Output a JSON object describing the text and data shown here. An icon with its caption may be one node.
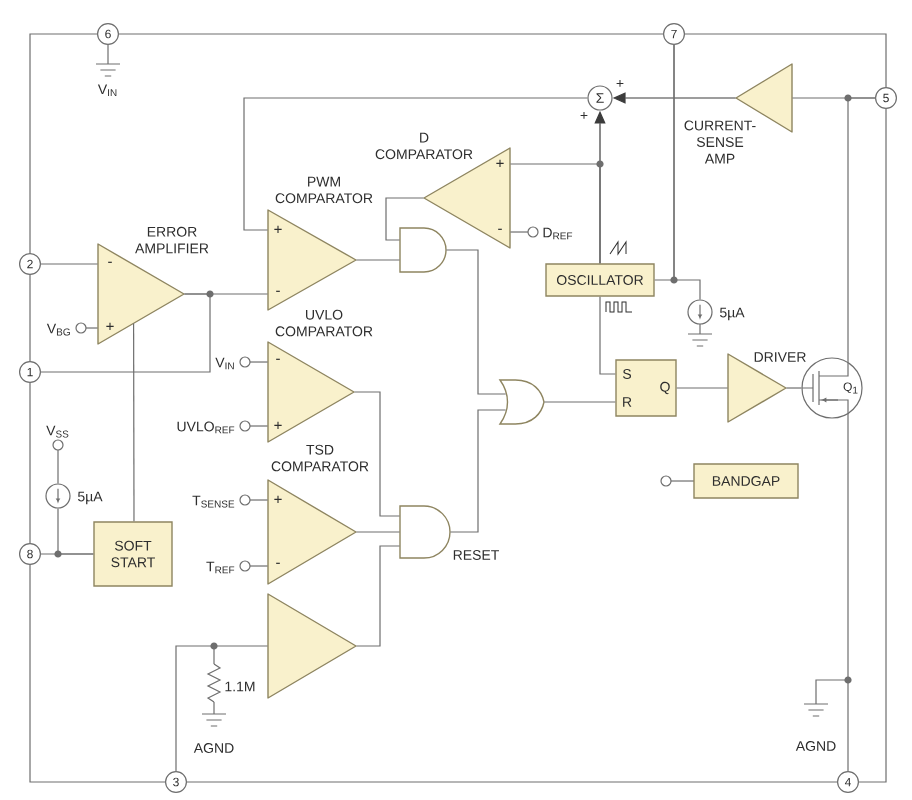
{
  "diagram": {
    "nodes": [
      {
        "text": [
          "6"
        ]
      },
      {
        "text": [
          "7"
        ]
      },
      {
        "text": [
          "Σ"
        ],
        "beside": [
          "+",
          "+"
        ]
      },
      {
        "text": [
          "CURRENT- SENSE AMP"
        ]
      },
      {
        "text": [
          "5"
        ]
      },
      {
        "text": [
          "D COMPARATOR",
          "+",
          "-"
        ]
      },
      {
        "text": [
          "PWM COMPARATOR",
          "+",
          "-"
        ]
      },
      {
        "text": [
          "ERROR AMPLIFIER",
          "-",
          "+"
        ]
      },
      {
        "text": [
          "2"
        ]
      },
      {
        "text": [],
        "shape": "gate"
      },
      {
        "text": [
          "D$_{REF}$"
        ]
      },
      {
        "text": [
          "OSCILLATOR"
        ]
      },
      {
        "text": [],
        "shape": "circle",
        "beside": [
          "5µA"
        ]
      },
      {
        "text": [
          "V$_{BG}$"
        ]
      },
      {
        "text": [
          "UVLO COMPARATOR",
          "-",
          "+"
        ]
      },
      {
        "text": [
          "1"
        ]
      },
      {
        "text": [
          "V$_{IN}$"
        ]
      },
      {
        "text": [],
        "shape": "gate"
      },
      {
        "text": [
          "S",
          "R",
          "Q"
        ]
      },
      {
        "text": [
          "DRIVER"
        ]
      },
      {
        "text": [
          "Q$_{1}$"
        ]
      },
      {
        "text": [
          "UVLO$_{REF}$"
        ]
      },
      {
        "text": [
          "V$_{SS}$"
        ]
      },
      {
        "text": [],
        "shape": "circle",
        "beside": [
          "5µA"
        ]
      },
      {
        "text": [
          "BANDGAP"
        ]
      },
      {
        "text": [
          "TSD COMPARATOR",
          "+",
          "-"
        ]
      },
      {
        "text": [
          "T$_{SENSE}$"
        ]
      },
      {
        "text": [
          "8"
        ]
      },
      {
        "text": [
          "SOFT START"
        ]
      },
      {
        "text": [
          "T$_{REF}$"
        ]
      },
      {
        "text": [],
        "shape": "gate",
        "beside": [
          "RESET"
        ]
      },
      {
        "text": [],
        "shape": "triangle"
      },
      {
        "text": [
          "3"
        ]
      },
      {
        "text": [
          "4"
        ]
      }
    ],
    "edges": [
      {
        "from": 3,
        "to": 2,
        "arrow": "to"
      },
      {
        "from": 11,
        "to": 2,
        "arrow": "to"
      },
      {
        "from": 11,
        "to": 5,
        "arrow": "none"
      },
      {
        "from": 2,
        "to": 6,
        "arrow": "none"
      },
      {
        "from": 4,
        "to": 3,
        "arrow": "none"
      },
      {
        "from": 4,
        "to": 20,
        "arrow": "none"
      },
      {
        "from": 10,
        "to": 5,
        "arrow": "none"
      },
      {
        "from": 5,
        "to": 9,
        "arrow": "none"
      },
      {
        "from": 6,
        "to": 9,
        "arrow": "none"
      },
      {
        "from": 8,
        "to": 7,
        "arrow": "none"
      },
      {
        "from": 13,
        "to": 7,
        "arrow": "none"
      },
      {
        "from": 7,
        "to": 6,
        "arrow": "none"
      },
      {
        "from": 15,
        "to": 7,
        "arrow": "none"
      },
      {
        "from": 9,
        "to": 17,
        "arrow": "none"
      },
      {
        "from": 11,
        "to": 18,
        "arrow": "none"
      },
      {
        "from": 17,
        "to": 18,
        "arrow": "none"
      },
      {
        "from": 18,
        "to": 19,
        "arrow": "none"
      },
      {
        "from": 19,
        "to": 20,
        "arrow": "none"
      },
      {
        "from": 1,
        "to": 11,
        "arrow": "none"
      },
      {
        "from": 1,
        "to": 12,
        "arrow": "none"
      },
      {
        "from": 16,
        "to": 14,
        "arrow": "none"
      },
      {
        "from": 21,
        "to": 14,
        "arrow": "none"
      },
      {
        "from": 14,
        "to": 30,
        "arrow": "none"
      },
      {
        "from": 22,
        "to": 23,
        "arrow": "none"
      },
      {
        "from": 23,
        "to": 28,
        "arrow": "none"
      },
      {
        "from": 27,
        "to": 28,
        "arrow": "none"
      },
      {
        "from": 28,
        "to": 7,
        "arrow": "none"
      },
      {
        "from": 26,
        "to": 25,
        "arrow": "none"
      },
      {
        "from": 29,
        "to": 25,
        "arrow": "none"
      },
      {
        "from": 25,
        "to": 30,
        "arrow": "none"
      },
      {
        "from": 31,
        "to": 30,
        "arrow": "none"
      },
      {
        "from": 30,
        "to": 17,
        "arrow": "none"
      },
      {
        "from": 32,
        "to": 31,
        "arrow": "none"
      },
      {
        "from": 20,
        "to": 33,
        "arrow": "none"
      }
    ],
    "labels": [
      "V$_{IN}$",
      "1.1M",
      "AGND",
      "AGND"
    ]
  }
}
